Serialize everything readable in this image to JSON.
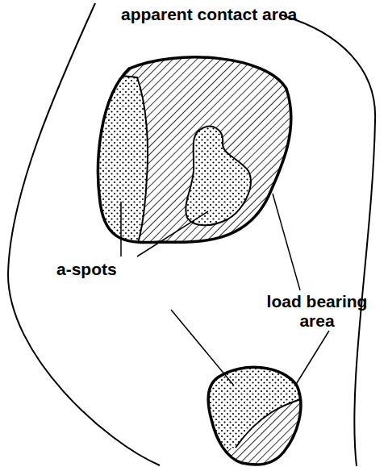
{
  "diagram": {
    "labels": [
      "apparent contact area",
      "a-spots",
      "load bearing area"
    ]
  }
}
